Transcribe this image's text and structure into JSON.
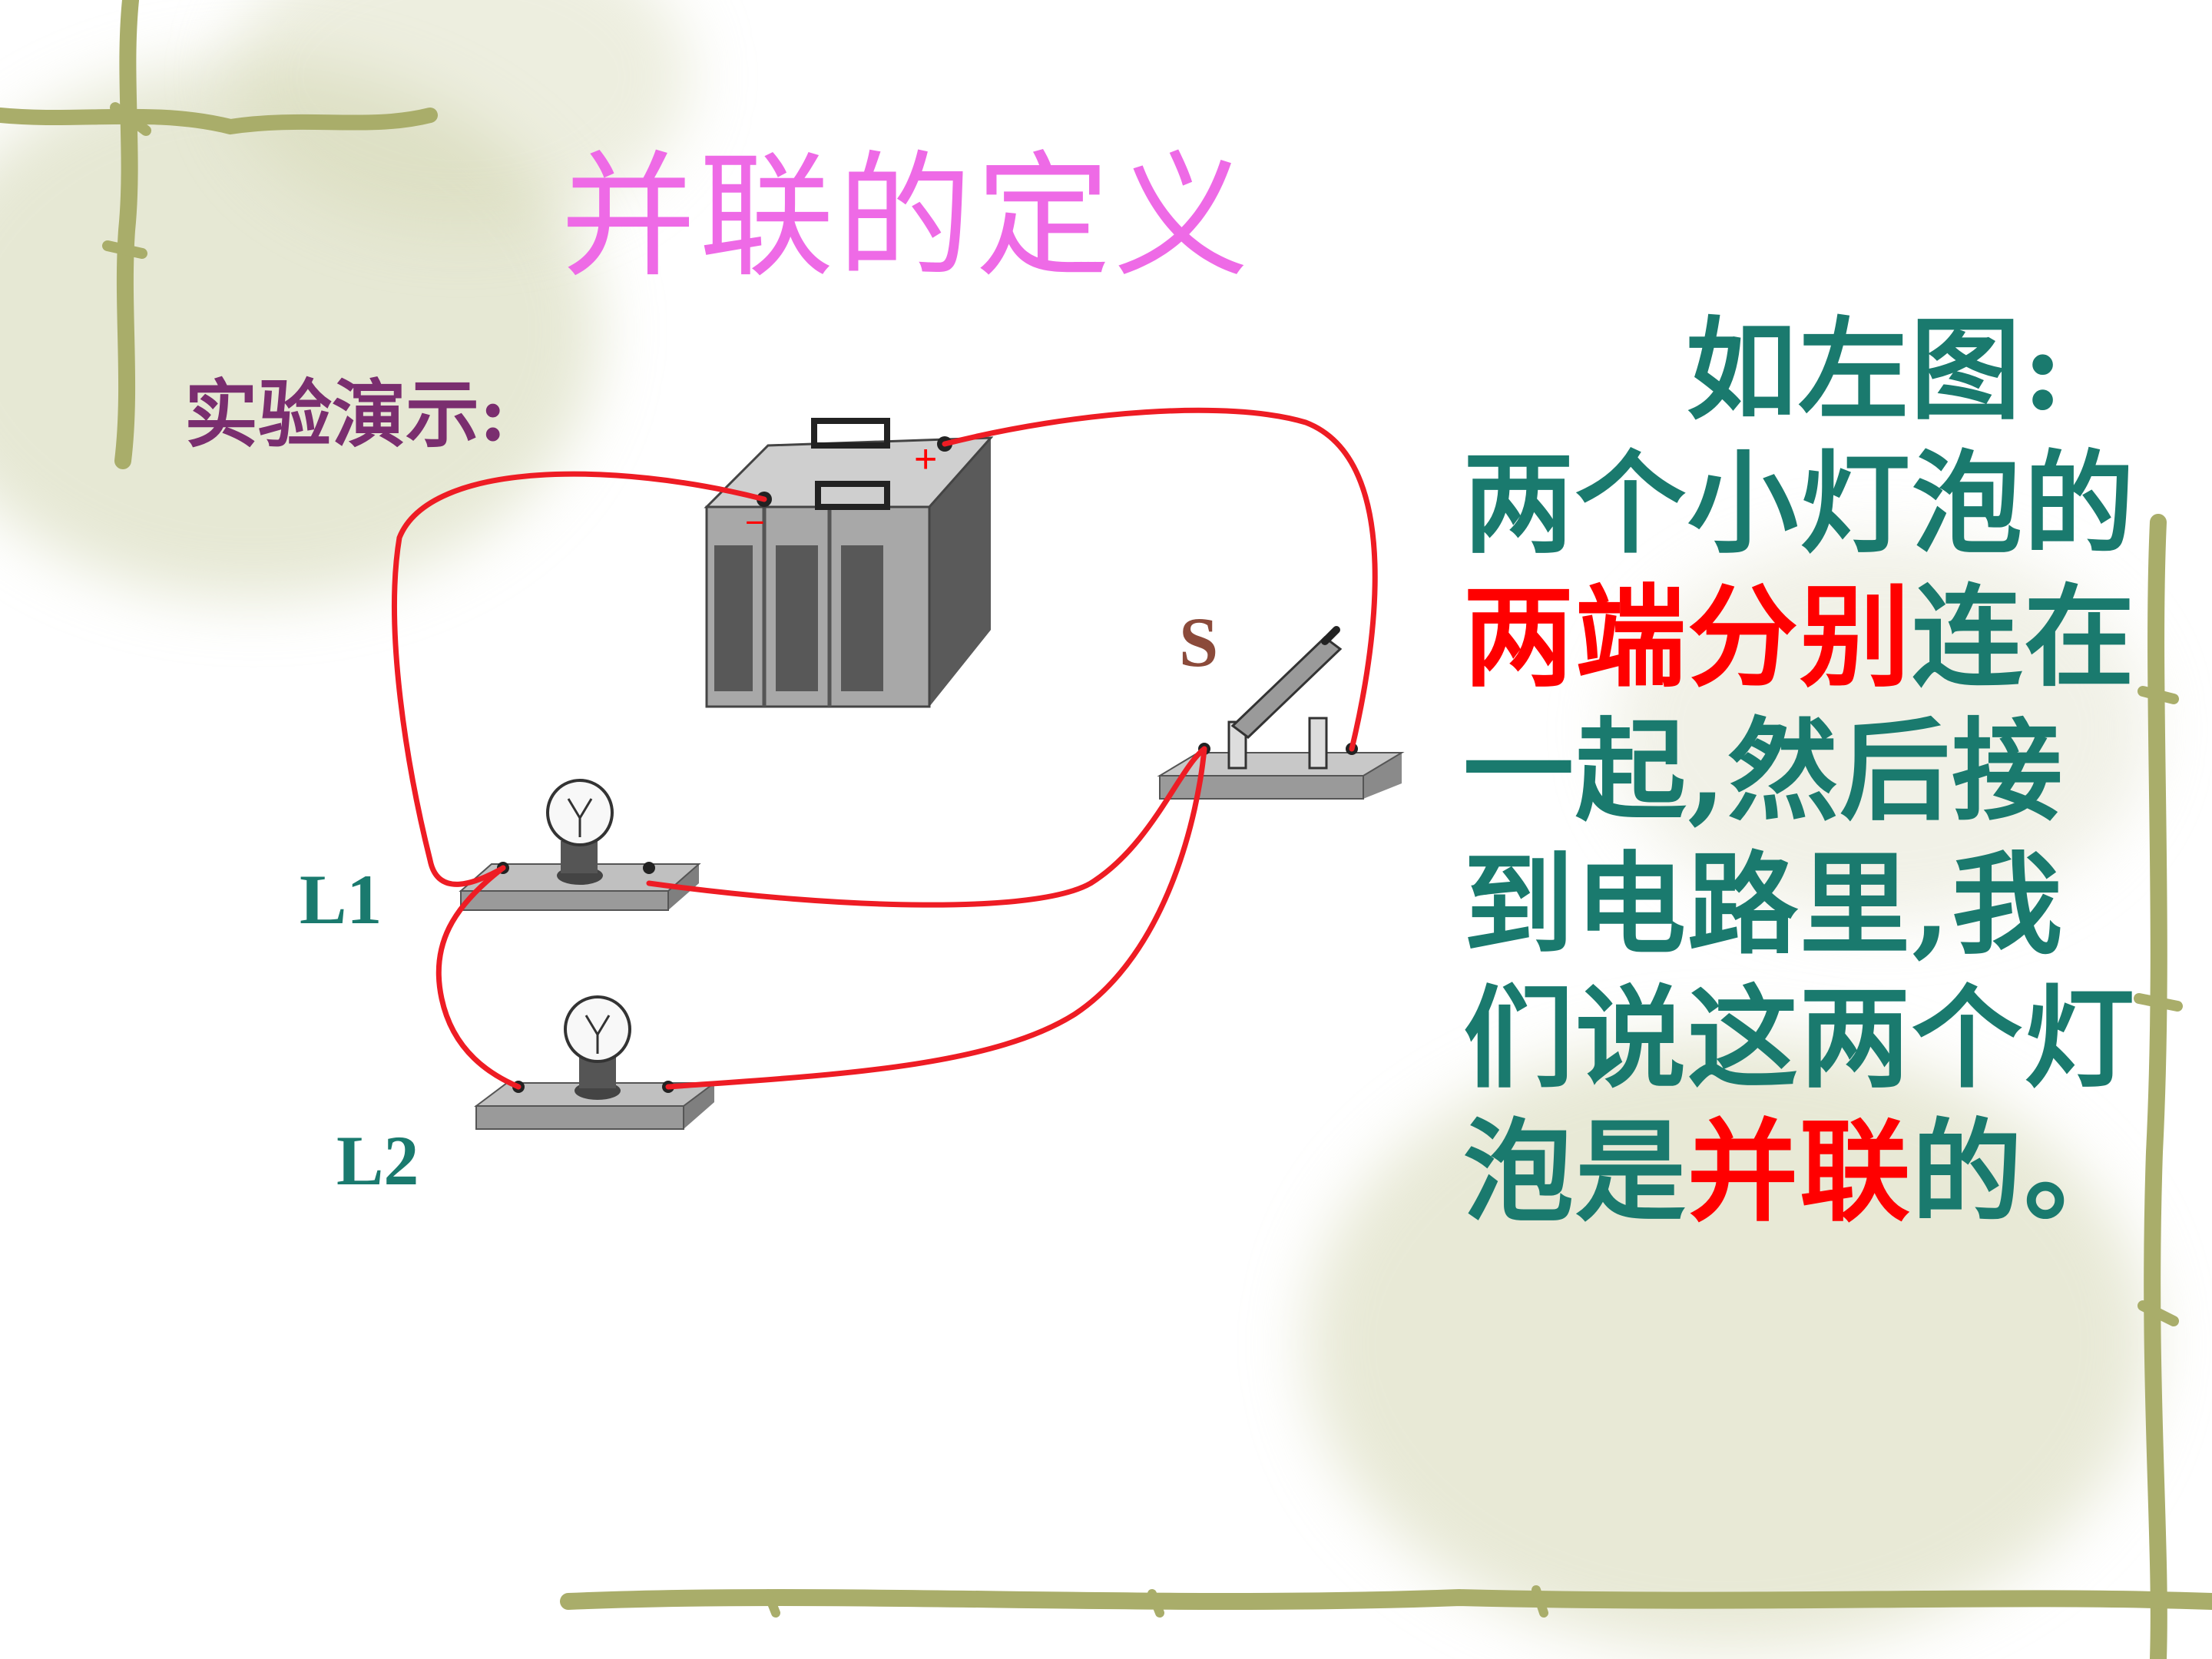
{
  "title": "并联的定义",
  "demo_label": "实验演示:",
  "labels": {
    "switch": "S",
    "bulb1": "L1",
    "bulb2": "L2",
    "plus": "+",
    "minus": "−"
  },
  "description": {
    "line1": "如左图:",
    "line2": "两个小灯泡的",
    "line3_red": "两端分别",
    "line3_rest": "连在",
    "line4": "一起,然后接",
    "line5": "到电路里,我",
    "line6": "们说这两个灯",
    "line7_a": "泡是",
    "line7_red": "并联",
    "line7_b": "的。"
  },
  "colors": {
    "title": "#ee6ae6",
    "text": "#1a7a6e",
    "highlight": "#ff0000",
    "wire": "#ee1c24",
    "background_motif": "#a9ad6a"
  }
}
